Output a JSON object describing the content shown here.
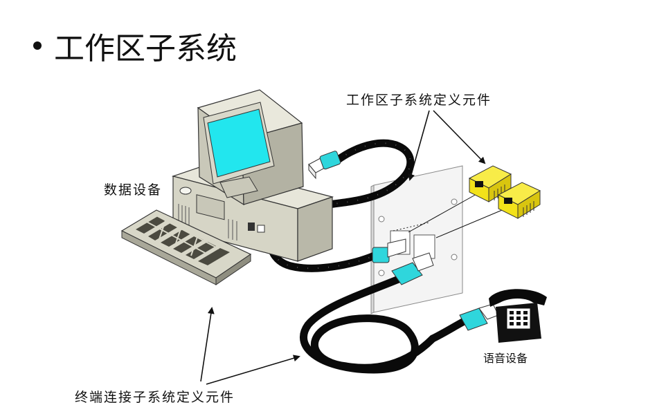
{
  "slide": {
    "title": "工作区子系统"
  },
  "labels": {
    "work_area_components": "工作区子系统定义元件",
    "data_device": "数据设备",
    "voice_device": "语音设备",
    "terminal_components": "终端连接子系统定义元件"
  },
  "icons": [
    "computer-icon",
    "keyboard-icon",
    "wall-plate-icon",
    "rj45-plug-icon",
    "rj45-jack-icon",
    "telephone-icon",
    "patch-cable-icon",
    "arrow-icon"
  ],
  "colors": {
    "monitor_screen": "#22e6ee",
    "plug": "#2fd6dc",
    "jack": "#f3e21a",
    "case": "#d6d5c6",
    "cable": "#0a0a0a"
  }
}
